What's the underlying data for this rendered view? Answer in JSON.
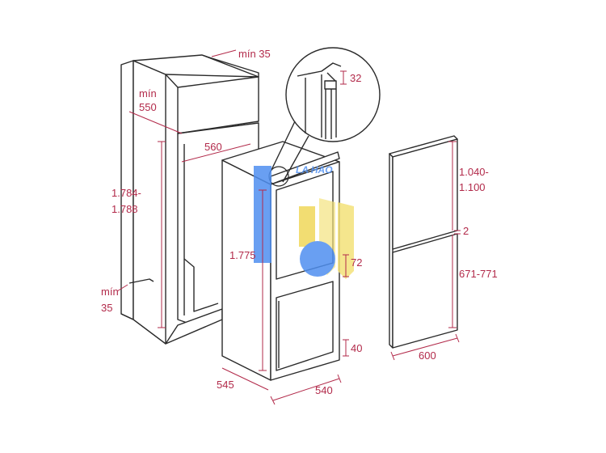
{
  "labels": {
    "min35_top": "mín 35",
    "min550_a": "mín",
    "min550_b": "550",
    "w560": "560",
    "h1784_a": "1.784-",
    "h1784_b": "1.788",
    "min35_bottom_a": "mín",
    "min35_bottom_b": "35",
    "h1775": "1.775",
    "d545": "545",
    "w540": "540",
    "gap32": "32",
    "gap72": "72",
    "gap40": "40",
    "door_top_a": "1.040-",
    "door_top_b": "1.100",
    "door_gap": "2",
    "door_bottom": "671-771",
    "door_width": "600"
  },
  "watermark": {
    "brand_text": "LA HAO",
    "colors": {
      "blue": "#4f8ff0",
      "yellow": "#f4e27a"
    }
  },
  "colors": {
    "dimension": "#b22a4a",
    "outline": "#2a2a2a"
  }
}
